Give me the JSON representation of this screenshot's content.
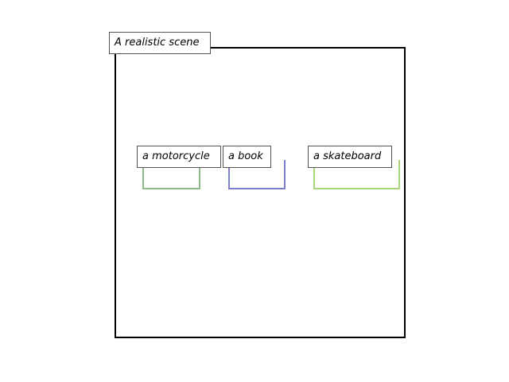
{
  "scene": {
    "title": "A realistic scene"
  },
  "objects": [
    {
      "label": "a motorcycle",
      "color": "#8fb88f"
    },
    {
      "label": "a book",
      "color": "#7a7fcc"
    },
    {
      "label": "a skateboard",
      "color": "#a8d47a"
    }
  ]
}
